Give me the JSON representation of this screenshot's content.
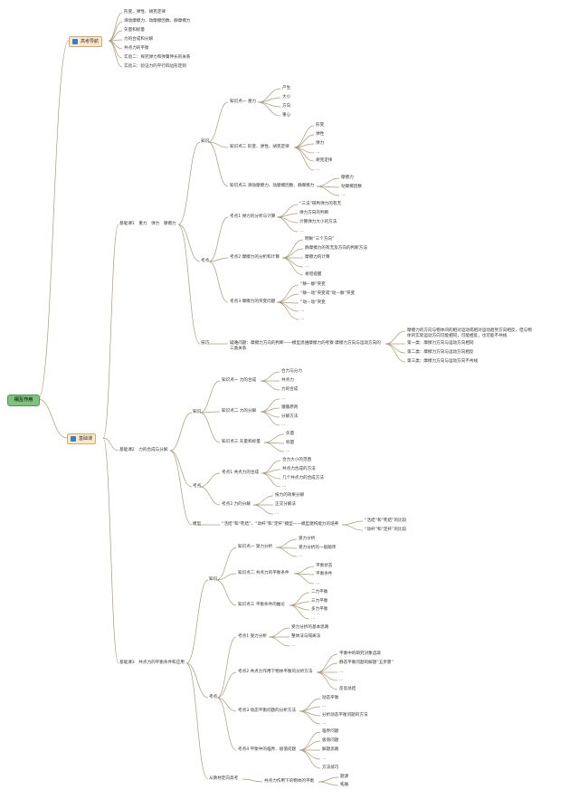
{
  "root": "相互作用",
  "b1": {
    "label": "高考导航",
    "items": [
      "形变、弹性、胡克定律",
      "滑动摩擦力、动摩擦因数、静摩擦力",
      "矢量和标量",
      "力的合成和分解",
      "共点力的平衡",
      "实验二：探究弹力和弹簧伸长的关系",
      "实验三：验证力的平行四边形定则"
    ]
  },
  "b2": {
    "label": "基础课",
    "c1": {
      "label": "基础课1　重力　弹力　摩擦力",
      "zs": {
        "label": "知识",
        "k1": {
          "label": "知识点一 重力",
          "items": [
            "产生",
            "大小",
            "方向",
            "重心"
          ]
        },
        "k2": {
          "label": "知识点二 形变、弹性、胡克定律",
          "items": [
            "形变",
            "弹性",
            "弹力",
            "...",
            "胡克定律",
            "..."
          ]
        },
        "k3": {
          "label": "知识点三 滑动摩擦力、动摩擦因数、静摩擦力",
          "items": [
            "摩擦力",
            "动摩擦因数",
            "..."
          ]
        }
      },
      "kd": {
        "label": "考点",
        "p1": {
          "label": "考点1 弹力的分析与计算",
          "items": [
            "“三法”研判弹力的有无",
            "弹力方向的判断",
            "计算弹力大小的方法",
            "..."
          ]
        },
        "p2": {
          "label": "考点2 摩擦力的分析和计算",
          "items": [
            "明晰“三个方向”",
            "静摩擦力的有无及方向的判断方法",
            "摩擦力的计算",
            "...",
            "易错提醒"
          ]
        },
        "p3": {
          "label": "考点3 摩擦力的突变问题",
          "items": [
            "“静—静”突变",
            "“静—动”突变或“动—静”突变",
            "“动—动”突变",
            "...",
            "..."
          ]
        }
      },
      "jq": {
        "label": "技巧",
        "text": "疑难问题：摩擦力方向的判断——模型思维摩擦力的考察 摩擦力方向与运动方向的三类关系",
        "items": [
          "摩擦力的方向与物体间的相对运动或相对运动趋势方向相反，但与物体的实际运动方向可能相同，可能相反，也可能不共线",
          "第一类：摩擦力方向与运动方向相同",
          "第二类：摩擦力方向与运动方向相反",
          "第三类：摩擦力方向与运动方向不共线"
        ]
      }
    },
    "c2": {
      "label": "基础课2　力的合成与分解",
      "zs": {
        "label": "知识",
        "k1": {
          "label": "知识点一 力的合成",
          "items": [
            "合力与分力",
            "共点力",
            "力的合成"
          ]
        },
        "k2": {
          "label": "知识点二 力的分解",
          "items": [
            "...",
            "遵循原则",
            "分解方法",
            "..."
          ]
        },
        "k3": {
          "label": "知识点三 矢量和标量",
          "items": [
            "矢量",
            "标量",
            "..."
          ]
        }
      },
      "kd": {
        "label": "考点",
        "p1": {
          "label": "考点1 共点力的合成",
          "items": [
            "合力大小的范围",
            "共点力合成的方法",
            "几个共点力的合成方法",
            "..."
          ]
        },
        "p2": {
          "label": "考点2 力的分解",
          "items": [
            "按力的效果分解",
            "正交分解法",
            "..."
          ]
        }
      },
      "mx": {
        "label": "模型",
        "text": "“活结”和“死结”、“动杆”和“定杆”模型——模型建构能力的培养",
        "items": [
          "“活结”和“死结”的比较",
          "“动杆”和“定杆”的比较"
        ]
      }
    },
    "c3": {
      "label": "基础课3　共点力的平衡条件和应用",
      "zs": {
        "label": "知识",
        "k1": {
          "label": "知识点一 受力分析",
          "items": [
            "受力分析",
            "受力分析的一般顺序",
            "..."
          ]
        },
        "k2": {
          "label": "知识点二 共点力的平衡条件",
          "items": [
            "平衡状态",
            "平衡条件",
            "..."
          ]
        },
        "k3": {
          "label": "知识点三 平衡条件的推论",
          "items": [
            "二力平衡",
            "三力平衡",
            "多力平衡",
            "..."
          ]
        }
      },
      "kd": {
        "label": "考点",
        "p1": {
          "label": "考点1 受力分析",
          "items": [
            "受力分析的基本思路",
            "整体法与隔离法",
            "..."
          ]
        },
        "p2": {
          "label": "考点2 共点力作用下物体平衡的分析方法",
          "items": [
            "平衡中的研究对象选取",
            "静态平衡问题的解题“五步骤”",
            "...",
            "...",
            "反思总结"
          ]
        },
        "p3": {
          "label": "考点3 动态平衡问题的分析方法",
          "items": [
            "动态平衡",
            "...",
            "分析动态平衡问题的方法",
            "..."
          ]
        },
        "p4": {
          "label": "考点4 平衡中的临界、极值问题",
          "items": [
            "临界问题",
            "极值问题",
            "解题思路",
            "...",
            "方法技巧"
          ]
        }
      },
      "jc": {
        "label": "从教材走向高考",
        "text": "共点力作用下的物体的平衡",
        "items": [
          "题源",
          "拓展"
        ]
      }
    }
  }
}
